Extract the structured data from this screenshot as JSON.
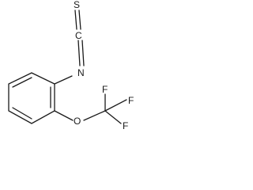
{
  "atoms": {
    "sulfur": "S",
    "carbon": "C",
    "nitrogen": "N",
    "oxygen": "O",
    "fluorine_top": "F",
    "fluorine_right": "F",
    "fluorine_bottom": "F"
  }
}
